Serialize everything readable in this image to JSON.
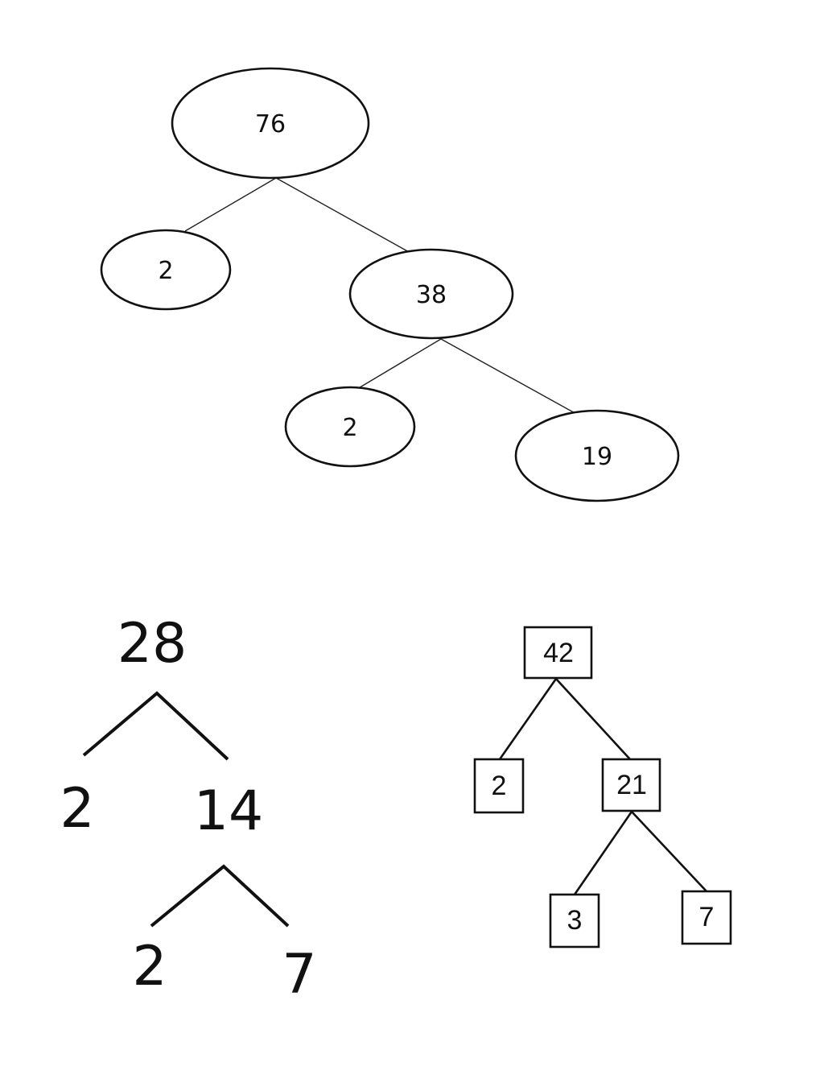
{
  "oval_tree": {
    "root": "76",
    "left_leaf": "2",
    "right_branch": "38",
    "branch_left_leaf": "2",
    "branch_right_leaf": "19"
  },
  "plain_tree": {
    "root": "28",
    "left_leaf": "2",
    "right_branch": "14",
    "branch_left_leaf": "2",
    "branch_right_leaf": "7"
  },
  "box_tree": {
    "root": "42",
    "left_leaf": "2",
    "right_branch": "21",
    "branch_left_leaf": "3",
    "branch_right_leaf": "7"
  }
}
